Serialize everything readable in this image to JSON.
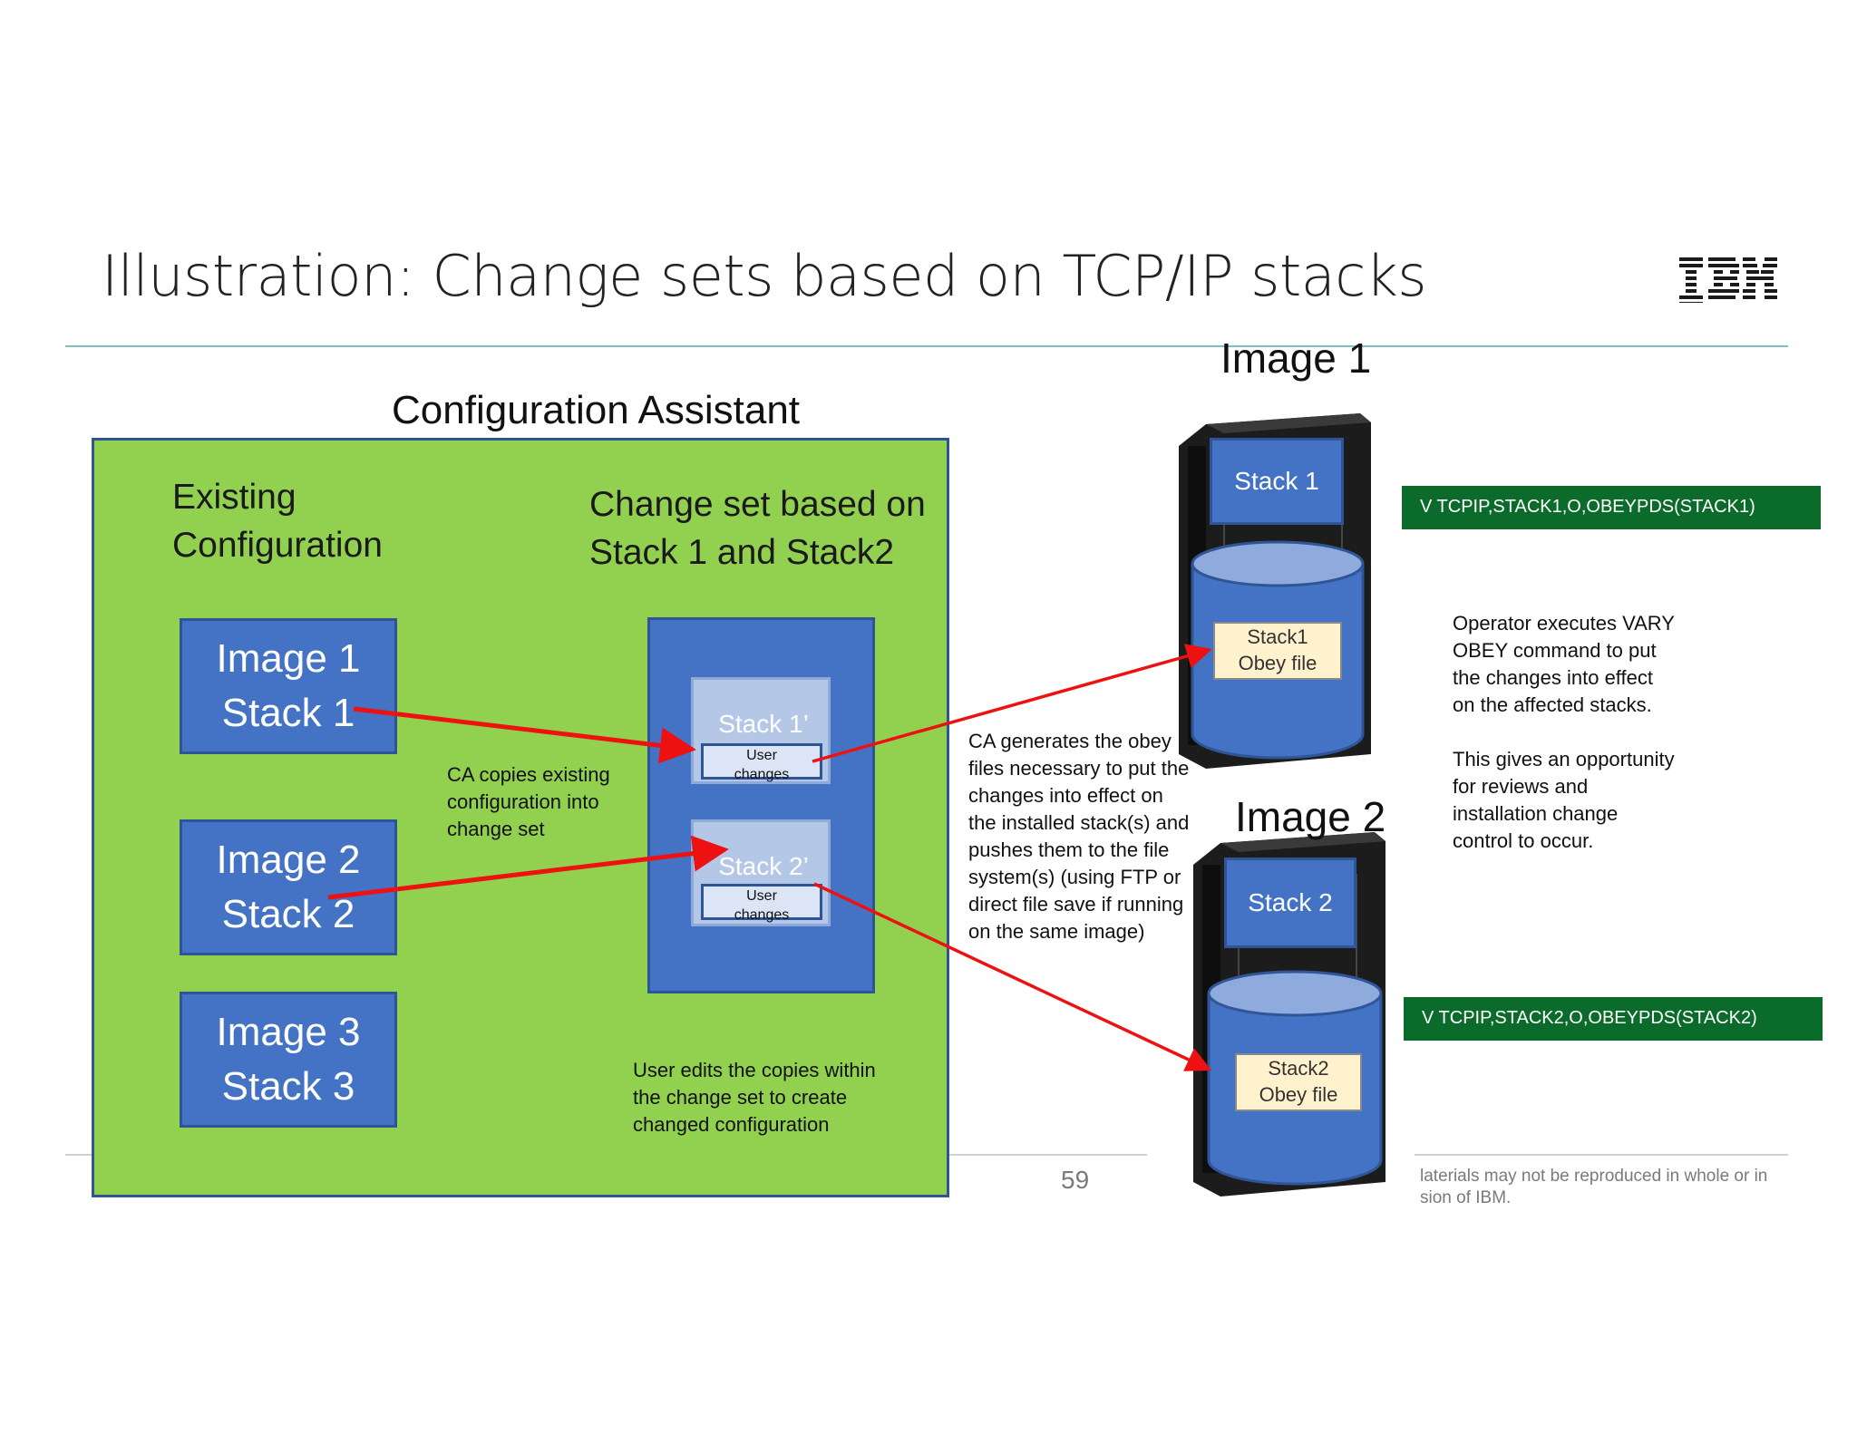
{
  "slide": {
    "title": "Illustration: Change sets based on TCP/IP stacks",
    "page_number": "59",
    "footer_line1": "laterials may not be reproduced in whole or in",
    "footer_line2": "sion of IBM.",
    "logo": "IBM"
  },
  "config_assistant": {
    "heading": "Configuration Assistant",
    "existing_line1": "Existing",
    "existing_line2": "Configuration",
    "changeset_line1": "Change set based on",
    "changeset_line2": "Stack 1 and Stack2",
    "existing_stacks": [
      {
        "image": "Image 1",
        "stack": "Stack 1"
      },
      {
        "image": "Image 2",
        "stack": "Stack 2"
      },
      {
        "image": "Image 3",
        "stack": "Stack 3"
      }
    ],
    "change_set_items": [
      {
        "label": "Stack 1’",
        "user_changes_line1": "User",
        "user_changes_line2": "changes"
      },
      {
        "label": "Stack 2’",
        "user_changes_line1": "User",
        "user_changes_line2": "changes"
      }
    ],
    "copy_note": [
      "CA copies existing",
      "configuration into",
      "change set"
    ],
    "edit_note": [
      "User edits the copies within",
      "the change set  to create",
      "changed configuration"
    ]
  },
  "ca_generates_note": [
    "CA generates the obey",
    "files necessary to put the",
    "changes into effect on",
    "the installed stack(s) and",
    "pushes them to the file",
    "system(s) (using FTP or",
    "direct file save if running",
    "on the same image)"
  ],
  "images": [
    {
      "label": "Image 1",
      "stack": "Stack 1",
      "obey_line1": "Stack1",
      "obey_line2": "Obey file",
      "command": "V TCPIP,STACK1,O,OBEYPDS(STACK1)"
    },
    {
      "label": "Image 2",
      "stack": "Stack 2",
      "obey_line1": "Stack2",
      "obey_line2": "Obey file",
      "command": "V TCPIP,STACK2,O,OBEYPDS(STACK2)"
    }
  ],
  "operator_note": [
    "Operator executes VARY",
    "OBEY command to put",
    "the changes into effect",
    "on the affected stacks.",
    "",
    "This gives an opportunity",
    "for reviews and",
    "installation change",
    "control to occur."
  ],
  "colors": {
    "panel_green": "#92d050",
    "box_blue": "#4472c4",
    "arrow_red": "#ee1111",
    "command_green": "#0b6b2b",
    "obey_yellow": "#fff2cc"
  }
}
